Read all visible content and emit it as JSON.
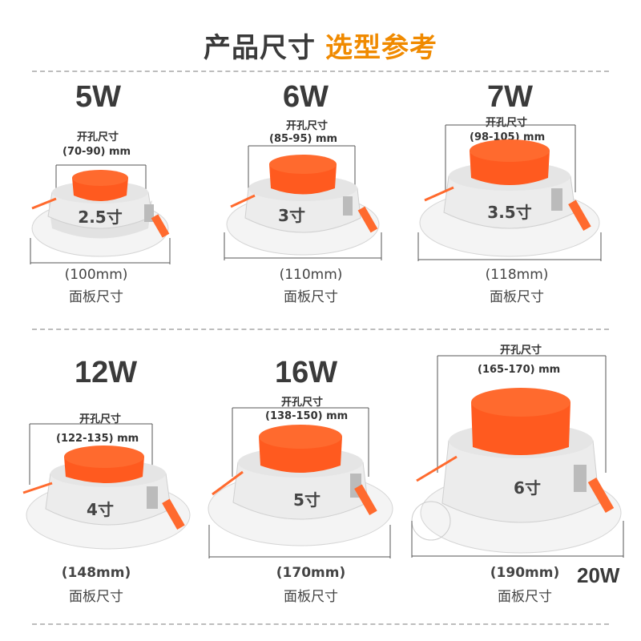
{
  "title": {
    "part1": "产品尺寸",
    "part2": "选型参考"
  },
  "colors": {
    "accent": "#f08a00",
    "cap": "#ff5a1f",
    "body": "#e9e9e9",
    "panel": "#f5f5f5"
  },
  "products": [
    {
      "watt": "5W",
      "hole_label": "开孔尺寸",
      "hole_range": "(70-90)  mm",
      "size": "2.5寸",
      "panel_value": "(100mm)",
      "panel_label": "面板尺寸"
    },
    {
      "watt": "6W",
      "hole_label": "开孔尺寸",
      "hole_range": "(85-95)  mm",
      "size": "3寸",
      "panel_value": "(110mm)",
      "panel_label": "面板尺寸"
    },
    {
      "watt": "7W",
      "hole_label": "开孔尺寸",
      "hole_range": "(98-105)  mm",
      "size": "3.5寸",
      "panel_value": "(118mm)",
      "panel_label": "面板尺寸"
    },
    {
      "watt": "12W",
      "hole_label": "开孔尺寸",
      "hole_range": "(122-135)  mm",
      "size": "4寸",
      "panel_value": "(148mm)",
      "panel_label": "面板尺寸"
    },
    {
      "watt": "16W",
      "hole_label": "开孔尺寸",
      "hole_range": "(138-150)  mm",
      "size": "5寸",
      "panel_value": "(170mm)",
      "panel_label": "面板尺寸"
    },
    {
      "watt": "",
      "hole_label": "开孔尺寸",
      "hole_range": "(165-170)  mm",
      "size": "6寸",
      "panel_value": "(190mm)",
      "panel_label": "面板尺寸"
    }
  ],
  "extra_watt": "20W"
}
